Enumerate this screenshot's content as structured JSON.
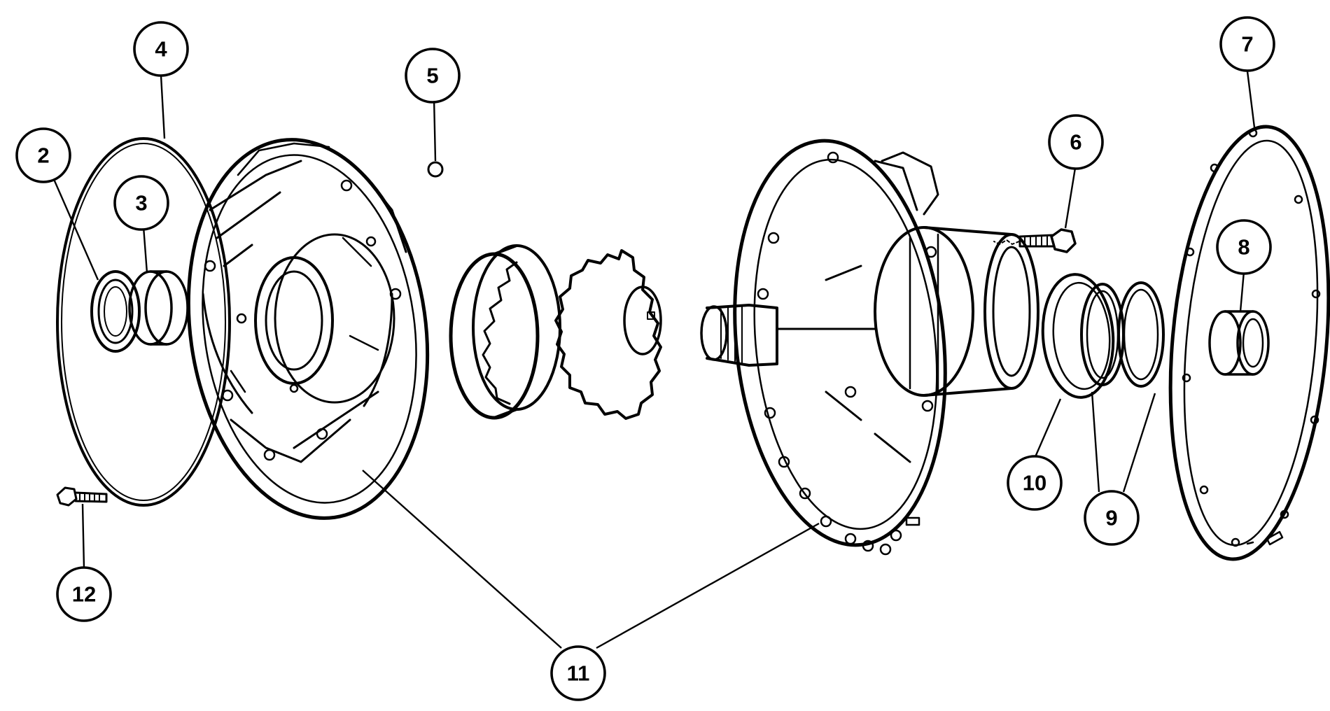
{
  "colors": {
    "ink": "#000000",
    "background": "#ffffff"
  },
  "callouts": [
    {
      "id": "c2",
      "label": "2"
    },
    {
      "id": "c3",
      "label": "3"
    },
    {
      "id": "c4",
      "label": "4"
    },
    {
      "id": "c5",
      "label": "5"
    },
    {
      "id": "c6",
      "label": "6"
    },
    {
      "id": "c7",
      "label": "7"
    },
    {
      "id": "c8",
      "label": "8"
    },
    {
      "id": "c9",
      "label": "9"
    },
    {
      "id": "c10",
      "label": "10"
    },
    {
      "id": "c11",
      "label": "11"
    },
    {
      "id": "c12",
      "label": "12"
    }
  ]
}
